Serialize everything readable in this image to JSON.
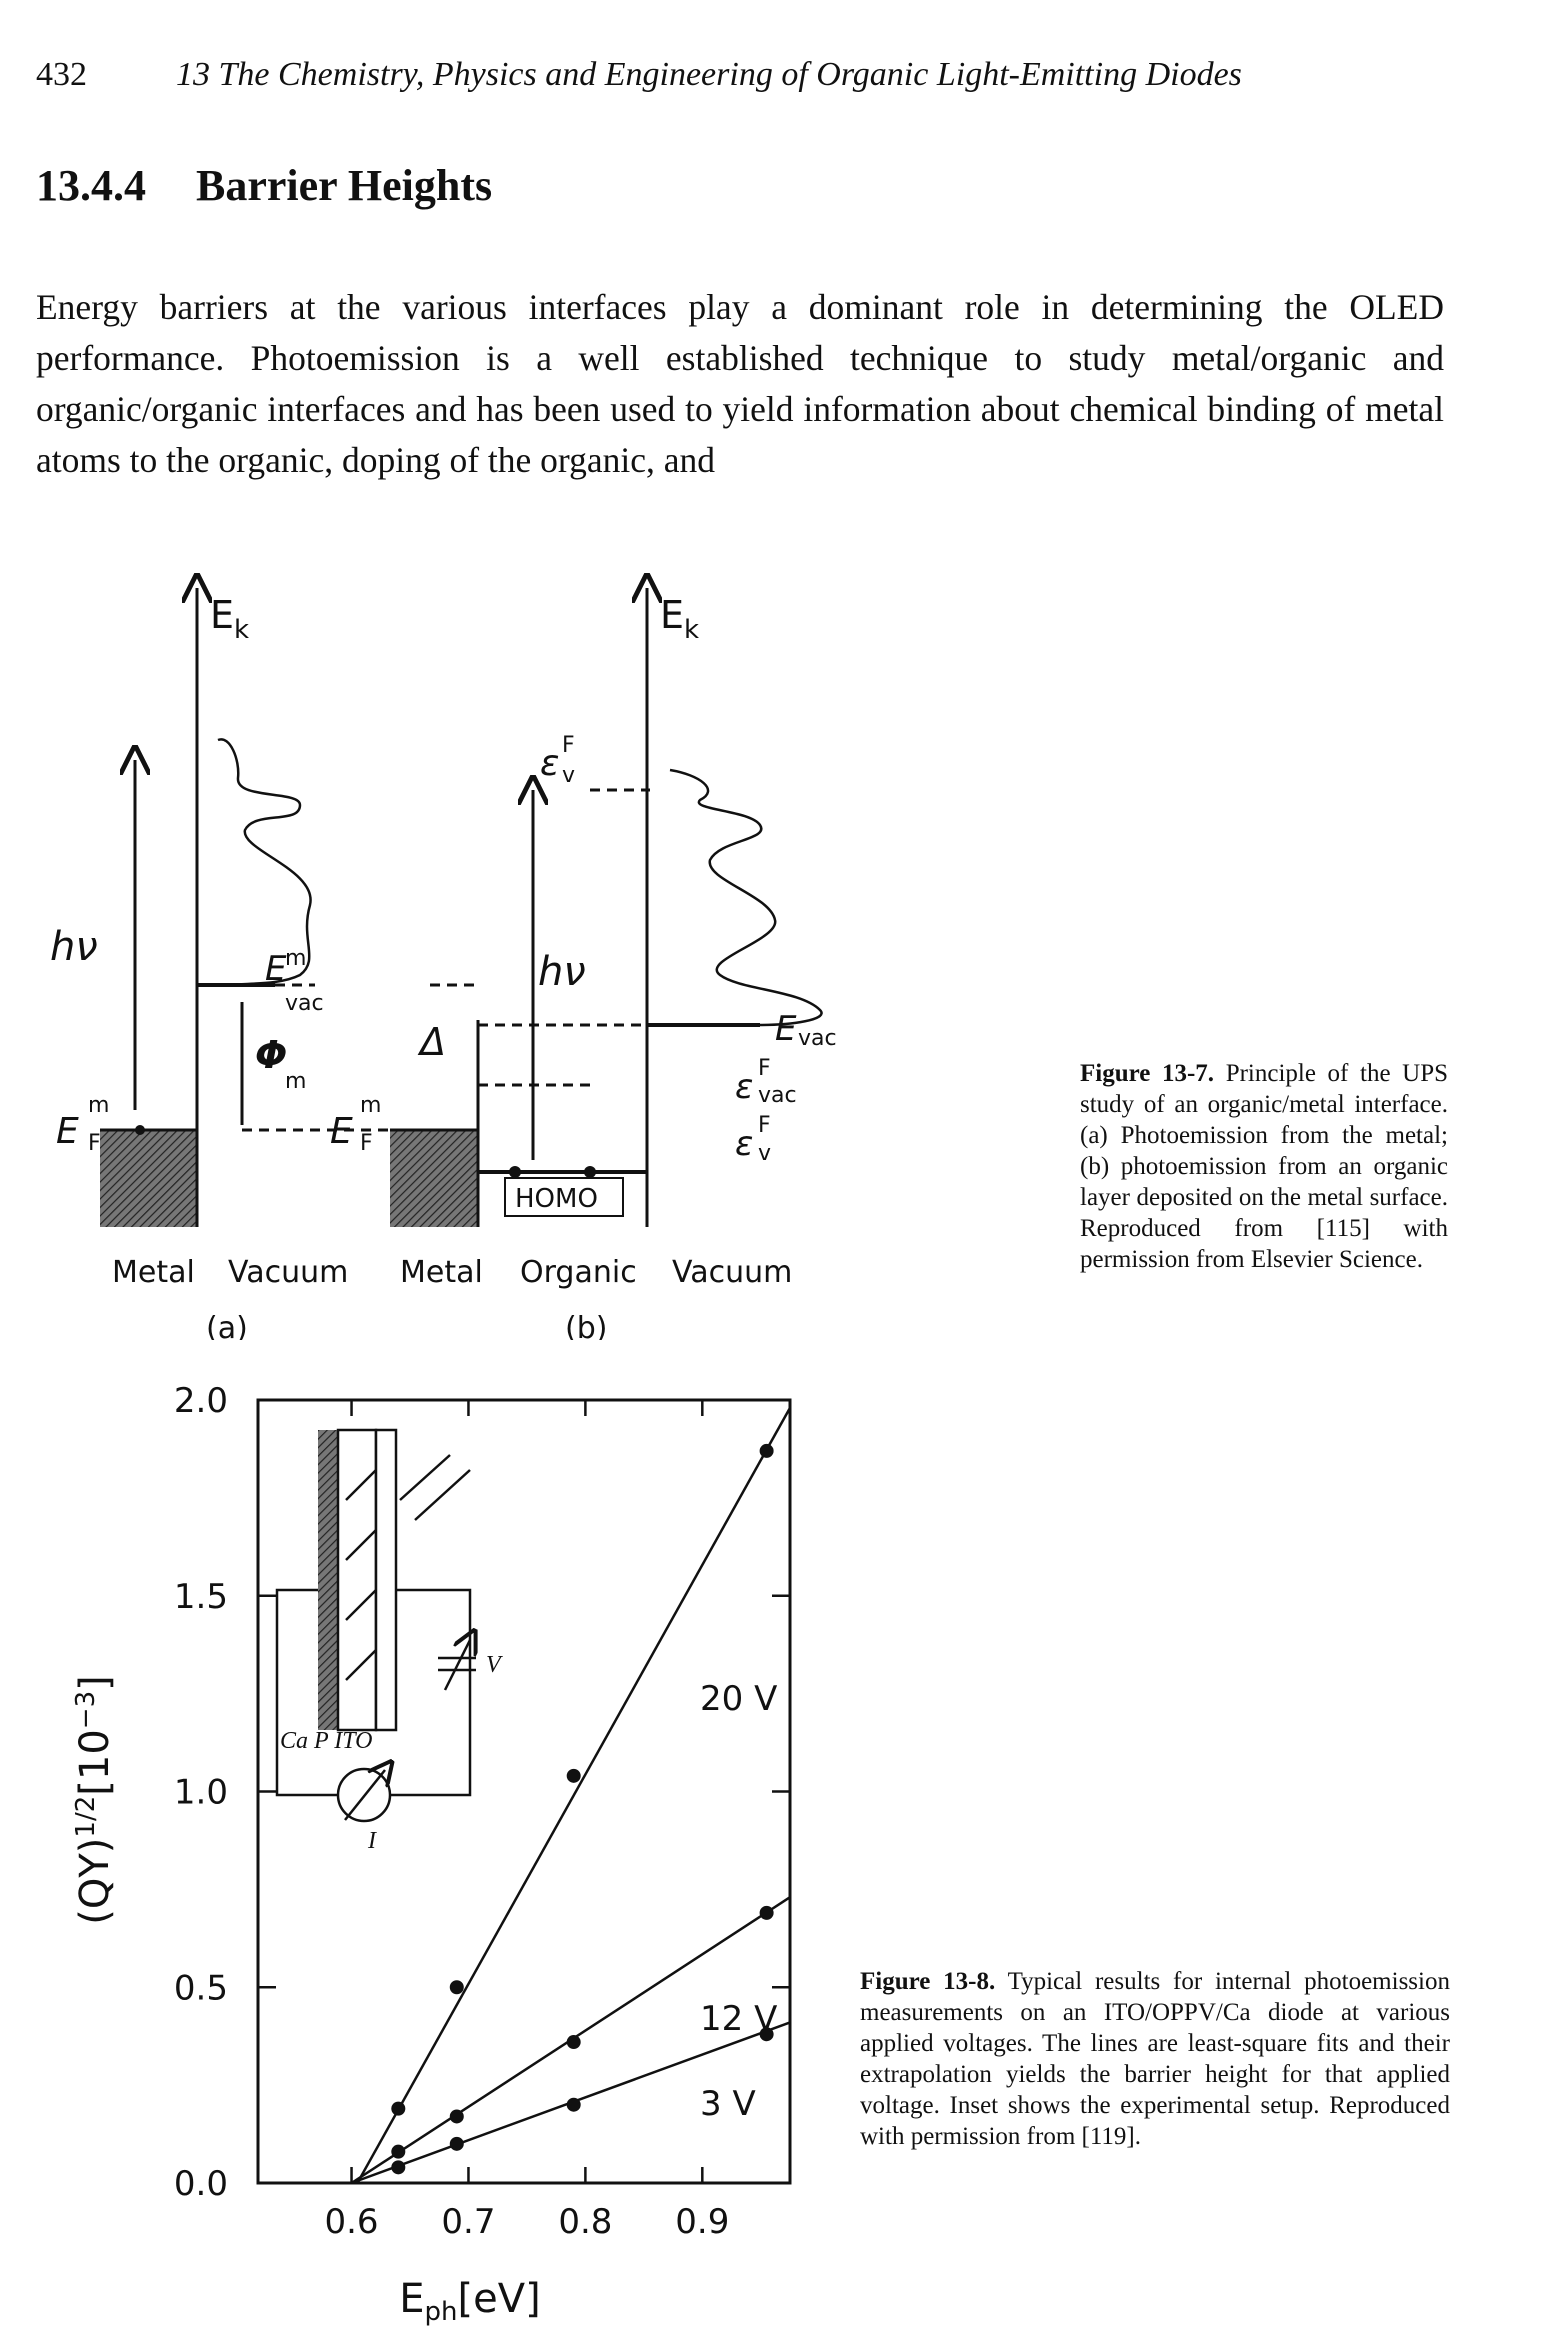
{
  "header": {
    "page_number": "432",
    "running_title": "13 The Chemistry, Physics and Engineering of Organic Light-Emitting Diodes"
  },
  "section": {
    "number": "13.4.4",
    "title": "Barrier Heights"
  },
  "paragraph": "Energy barriers at the various interfaces play a dominant role in determining the OLED performance. Photoemission is a well established technique to study metal/organic and organic/organic interfaces and has been used to yield information about chemical binding of metal atoms to the organic, doping of the organic, and",
  "figure7": {
    "caption_label": "Figure 13-7.",
    "caption_text": "Principle of the UPS study of an organic/metal interface. (a) Photoemission from the metal; (b) photoemission from an organic layer deposited on the metal surface. Reproduced from [115] with permission from Elsevier Science.",
    "labels": {
      "Ek": "E",
      "Ek_sub": "k",
      "hv": "hν",
      "Evac": "E",
      "Evac_sub": "vac",
      "m": "m",
      "Ef": "E",
      "Ef_sub": "F",
      "phi": "Φ",
      "phi_sub": "m",
      "delta": "Δ",
      "eps": "ε",
      "eps_vf_sup": "F",
      "eps_vf_sub": "v",
      "eps_vac_sup": "F",
      "eps_vac_sub": "vac",
      "homo": "HOMO",
      "metal": "Metal",
      "vacuum": "Vacuum",
      "organic": "Organic",
      "panel_a": "(a)",
      "panel_b": "(b)"
    }
  },
  "figure8": {
    "caption_label": "Figure 13-8.",
    "caption_text": "Typical results for internal photoemission measurements on an ITO/OPPV/Ca diode at various applied voltages. The lines are least-square fits and their extrapolation yields the barrier height for that applied voltage. Inset shows the experimental setup. Reproduced with permission from [119].",
    "inset": {
      "layer_labels": "Ca  P  ITO",
      "voltage": "V",
      "current": "I"
    }
  },
  "chart_data": {
    "type": "line",
    "title": "",
    "xlabel": "E",
    "xlabel_sub": "ph",
    "xlabel_unit": "[eV]",
    "ylabel": "(QY)",
    "ylabel_exp": "1/2",
    "ylabel_unit": "[10",
    "ylabel_unit_exp": "−3",
    "ylabel_unit_close": "]",
    "xlim": [
      0.52,
      0.975
    ],
    "ylim": [
      0.0,
      2.0
    ],
    "xticks": [
      0.6,
      0.7,
      0.8,
      0.9
    ],
    "xtick_labels": [
      "0.6",
      "0.7",
      "0.8",
      "0.9"
    ],
    "yticks": [
      0.0,
      0.5,
      1.0,
      1.5,
      2.0
    ],
    "ytick_labels": [
      "0.0",
      "0.5",
      "1.0",
      "1.5",
      "2.0"
    ],
    "series": [
      {
        "name": "20 V",
        "x": [
          0.64,
          0.69,
          0.79,
          0.955
        ],
        "y": [
          0.19,
          0.5,
          1.04,
          1.87
        ],
        "fit": [
          [
            0.605,
            0.0
          ],
          [
            0.975,
            1.98
          ]
        ]
      },
      {
        "name": "12 V",
        "x": [
          0.64,
          0.69,
          0.79,
          0.955
        ],
        "y": [
          0.08,
          0.17,
          0.36,
          0.69
        ],
        "fit": [
          [
            0.6,
            0.0
          ],
          [
            0.975,
            0.73
          ]
        ]
      },
      {
        "name": "3 V",
        "x": [
          0.64,
          0.69,
          0.79,
          0.955
        ],
        "y": [
          0.04,
          0.1,
          0.2,
          0.38
        ],
        "fit": [
          [
            0.6,
            0.0
          ],
          [
            0.975,
            0.41
          ]
        ]
      }
    ]
  }
}
